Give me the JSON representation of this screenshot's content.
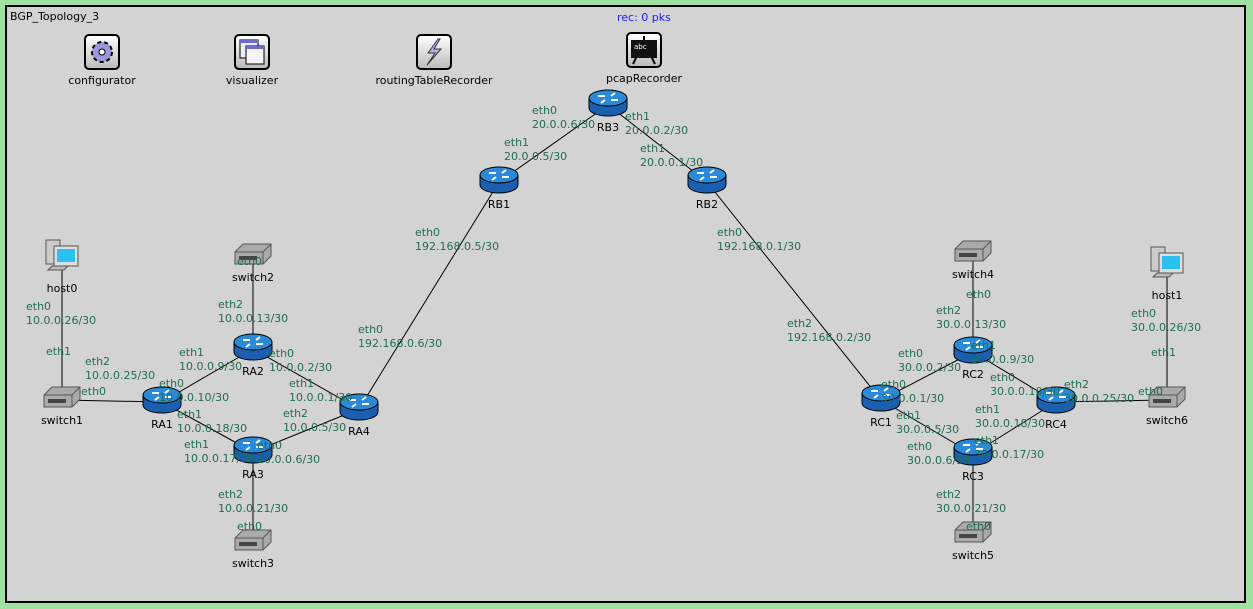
{
  "network_title": "BGP_Topology_3",
  "recorder_status": "rec: 0 pks",
  "modules": [
    {
      "name": "configurator",
      "icon": "gear-icon"
    },
    {
      "name": "visualizer",
      "icon": "windows-icon"
    },
    {
      "name": "routingTableRecorder",
      "icon": "lightning-icon"
    },
    {
      "name": "pcapRecorder",
      "icon": "blackboard-icon"
    }
  ],
  "nodes": [
    {
      "name": "host0",
      "type": "host"
    },
    {
      "name": "switch1",
      "type": "switch"
    },
    {
      "name": "RA1",
      "type": "router"
    },
    {
      "name": "switch2",
      "type": "switch"
    },
    {
      "name": "RA2",
      "type": "router"
    },
    {
      "name": "RA3",
      "type": "router"
    },
    {
      "name": "switch3",
      "type": "switch"
    },
    {
      "name": "RA4",
      "type": "router"
    },
    {
      "name": "RB1",
      "type": "router"
    },
    {
      "name": "RB3",
      "type": "router"
    },
    {
      "name": "RB2",
      "type": "router"
    },
    {
      "name": "RC1",
      "type": "router"
    },
    {
      "name": "RC2",
      "type": "router"
    },
    {
      "name": "RC3",
      "type": "router"
    },
    {
      "name": "RC4",
      "type": "router"
    },
    {
      "name": "switch4",
      "type": "switch"
    },
    {
      "name": "switch5",
      "type": "switch"
    },
    {
      "name": "switch6",
      "type": "switch"
    },
    {
      "name": "host1",
      "type": "host"
    }
  ],
  "links": [
    [
      "host0",
      "switch1"
    ],
    [
      "switch1",
      "RA1"
    ],
    [
      "switch2",
      "RA2"
    ],
    [
      "RA1",
      "RA2"
    ],
    [
      "RA1",
      "RA3"
    ],
    [
      "RA2",
      "RA4"
    ],
    [
      "RA3",
      "RA4"
    ],
    [
      "RA3",
      "switch3"
    ],
    [
      "RA4",
      "RB1"
    ],
    [
      "RB1",
      "RB3"
    ],
    [
      "RB3",
      "RB2"
    ],
    [
      "RB2",
      "RC1"
    ],
    [
      "RC1",
      "RC2"
    ],
    [
      "RC1",
      "RC3"
    ],
    [
      "RC2",
      "RC4"
    ],
    [
      "RC3",
      "RC4"
    ],
    [
      "RC2",
      "switch4"
    ],
    [
      "RC3",
      "switch5"
    ],
    [
      "RC4",
      "switch6"
    ],
    [
      "switch6",
      "host1"
    ]
  ],
  "interfaces": [
    {
      "iface": "eth0",
      "ip": "10.0.0.26/30"
    },
    {
      "iface": "eth1",
      "ip": ""
    },
    {
      "iface": "eth0",
      "ip": ""
    },
    {
      "iface": "eth0",
      "ip": ""
    },
    {
      "iface": "eth2",
      "ip": "10.0.0.13/30"
    },
    {
      "iface": "eth1",
      "ip": "10.0.0.9/30"
    },
    {
      "iface": "eth0",
      "ip": "10.0.0.10/30"
    },
    {
      "iface": "eth0",
      "ip": "10.0.0.2/30"
    },
    {
      "iface": "eth1",
      "ip": "10.0.0.1/30"
    },
    {
      "iface": "eth1",
      "ip": "10.0.0.18/30"
    },
    {
      "iface": "eth1",
      "ip": "10.0.0.17/30"
    },
    {
      "iface": "eth2",
      "ip": "10.0.0.5/30"
    },
    {
      "iface": "eth0",
      "ip": "10.0.0.6/30"
    },
    {
      "iface": "eth2",
      "ip": "10.0.0.21/30"
    },
    {
      "iface": "eth0",
      "ip": ""
    },
    {
      "iface": "eth0",
      "ip": "192.168.0.6/30"
    },
    {
      "iface": "eth0",
      "ip": "192.168.0.5/30"
    },
    {
      "iface": "eth1",
      "ip": "20.0.0.5/30"
    },
    {
      "iface": "eth0",
      "ip": "20.0.0.6/30"
    },
    {
      "iface": "eth1",
      "ip": "20.0.0.2/30"
    },
    {
      "iface": "eth1",
      "ip": "20.0.0.1/30"
    },
    {
      "iface": "eth0",
      "ip": "192.168.0.1/30"
    },
    {
      "iface": "eth2",
      "ip": "192.168.0.2/30"
    },
    {
      "iface": "eth0",
      "ip": ""
    },
    {
      "iface": "eth2",
      "ip": "30.0.0.13/30"
    },
    {
      "iface": "eth0",
      "ip": "30.0.0.2/30"
    },
    {
      "iface": "eth0",
      "ip": "30.0.0.1/30"
    },
    {
      "iface": "eth1",
      "ip": "30.0.0.9/30"
    },
    {
      "iface": "eth0",
      "ip": "30.0.0.10/30"
    },
    {
      "iface": "eth2",
      "ip": "30.0.0.25/30"
    },
    {
      "iface": "eth0",
      "ip": ""
    },
    {
      "iface": "eth1",
      "ip": ""
    },
    {
      "iface": "eth0",
      "ip": "30.0.0.26/30"
    },
    {
      "iface": "eth1",
      "ip": "30.0.0.5/30"
    },
    {
      "iface": "eth0",
      "ip": "30.0.0.6/30"
    },
    {
      "iface": "eth1",
      "ip": "30.0.0.18/30"
    },
    {
      "iface": "eth1",
      "ip": "30.0.0.17/30"
    },
    {
      "iface": "eth2",
      "ip": "30.0.0.21/30"
    },
    {
      "iface": "eth0",
      "ip": ""
    },
    {
      "iface": "eth2",
      "ip": "10.0.0.25/30"
    }
  ]
}
